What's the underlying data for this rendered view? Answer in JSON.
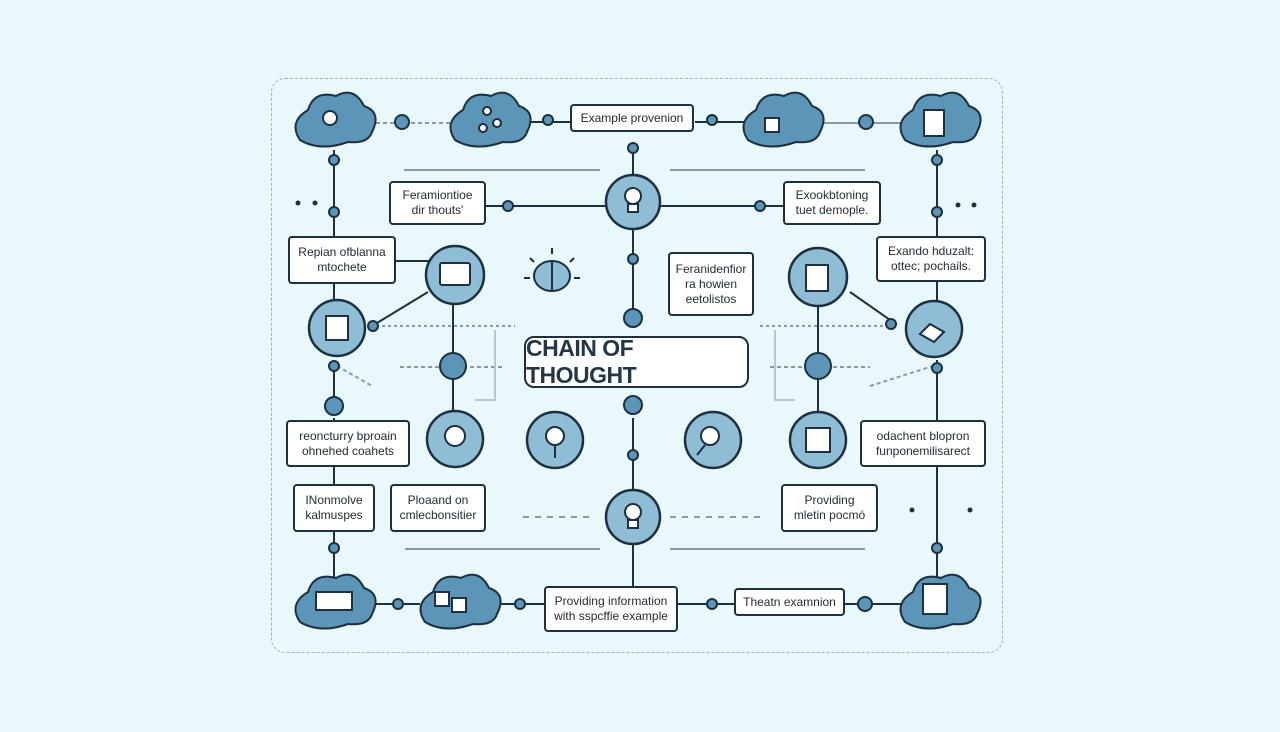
{
  "diagram": {
    "title": "CHAIN OF THOUGHT",
    "colors": {
      "accent": "#5b95b8",
      "accent_light": "#8fbdd6",
      "ink": "#1e2f3f",
      "background": "#e9f9fb"
    },
    "labels": {
      "top_example": [
        "Example provenion"
      ],
      "left_top": [
        "Feramiontioe",
        "dir thouts'"
      ],
      "right_top": [
        "Exookbtoning",
        "tuet demople."
      ],
      "left_mid": [
        "Repian ofblanna",
        "mtochete"
      ],
      "right_mid": [
        "Exando hduzalt:",
        "ottec; pochails."
      ],
      "center_right": [
        "Feranidenfior",
        "ra howien",
        "eetolistos"
      ],
      "left_lower": [
        "reoncturry bproain",
        "ohnehed coahets"
      ],
      "right_lower": [
        "odachent blopron",
        "funponemilisarect"
      ],
      "left_bottom_a": [
        "INonmolve",
        "kalmuspes"
      ],
      "left_bottom_b": [
        "Ploaand on",
        "cmlecbonsitier"
      ],
      "right_bottom": [
        "Providing",
        "mletin pocmó"
      ],
      "bottom_center": [
        "Providing information",
        "with sspcffie example"
      ],
      "bottom_right": [
        "Theatn examnion"
      ]
    },
    "icons": [
      "lightbulb-person-icon",
      "network-nodes-icon",
      "hand-pointer-icon",
      "checklist-document-icon",
      "lightbulb-icon",
      "monitor-icon",
      "brain-icon",
      "document-icon",
      "clipboard-icon",
      "handshake-icon",
      "head-gear-icon",
      "magnifier-gear-icon",
      "gears-head-icon",
      "picture-document-icon",
      "lightbulb-icon",
      "map-box-icon",
      "blocks-icon",
      "file-report-icon"
    ]
  }
}
